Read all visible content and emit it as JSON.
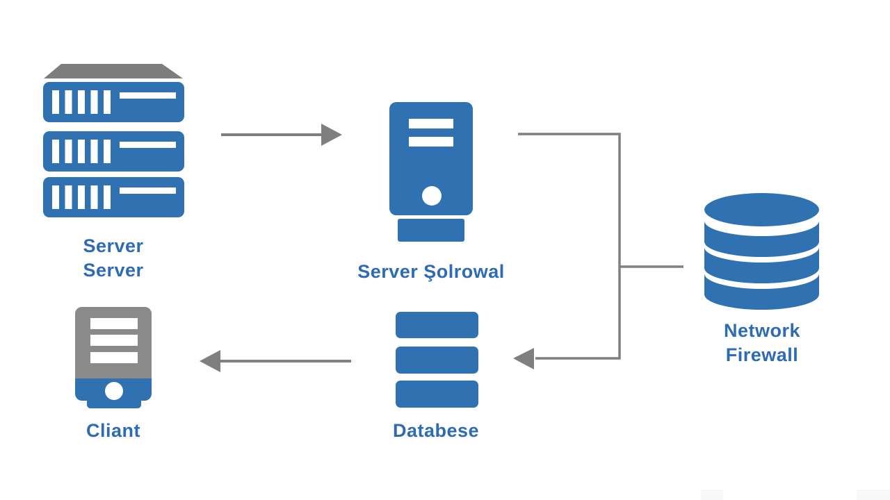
{
  "diagram": {
    "type": "network-architecture-diagram",
    "background": "#ffffff",
    "nodes": [
      {
        "id": "server-rack",
        "icon": "server-rack-icon",
        "label_line1": "Server",
        "label_line2": "Server"
      },
      {
        "id": "server-tower",
        "icon": "server-tower-icon",
        "label": "Server Şolrowal"
      },
      {
        "id": "firewall",
        "icon": "database-cylinder-icon",
        "label_line1": "Network",
        "label_line2": "Firewall"
      },
      {
        "id": "client",
        "icon": "client-tower-icon",
        "label": "Cliant"
      },
      {
        "id": "database",
        "icon": "database-stack-icon",
        "label": "Databese"
      }
    ],
    "edges": [
      {
        "from": "server-rack",
        "to": "server-tower",
        "style": "straight-arrow-right",
        "arrowhead": true
      },
      {
        "from": "server-tower",
        "to": "firewall",
        "style": "elbow-line",
        "arrowhead": false
      },
      {
        "from": "firewall",
        "to": "database",
        "style": "elbow-arrow-left",
        "arrowhead": true
      },
      {
        "from": "database",
        "to": "client",
        "style": "straight-arrow-left",
        "arrowhead": true
      }
    ]
  },
  "colors": {
    "icon_blue": "#3071b1",
    "label_blue": "#2d6bb5",
    "arrow_gray": "#7f7f7f",
    "client_gray": "#8a8a8a",
    "rack_top_gray": "#7d7d7d"
  }
}
